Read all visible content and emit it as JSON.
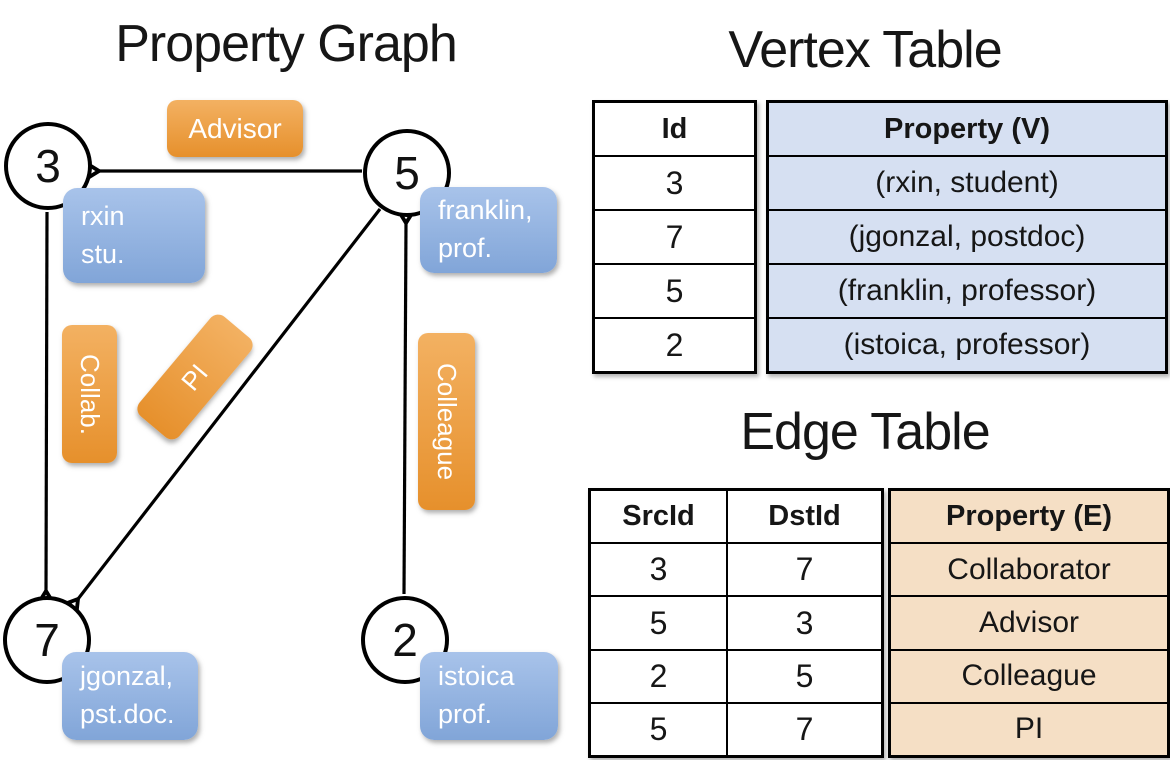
{
  "slide": {
    "graph_title": "Property Graph",
    "vertex_table_title": "Vertex Table",
    "edge_table_title": "Edge Table"
  },
  "graph": {
    "nodes": {
      "n3": {
        "id": "3",
        "line1": "rxin",
        "line2": "stu."
      },
      "n5": {
        "id": "5",
        "line1": "franklin,",
        "line2": "prof."
      },
      "n7": {
        "id": "7",
        "line1": "jgonzal,",
        "line2": "pst.doc."
      },
      "n2": {
        "id": "2",
        "line1": "istoica",
        "line2": "prof."
      }
    },
    "edge_labels": {
      "advisor": "Advisor",
      "collab": "Collab.",
      "pi": "PI",
      "colleague": "Colleague"
    }
  },
  "vertex_table": {
    "columns": {
      "id": "Id",
      "property": "Property (V)"
    },
    "rows": [
      {
        "id": "3",
        "property": "(rxin, student)"
      },
      {
        "id": "7",
        "property": "(jgonzal, postdoc)"
      },
      {
        "id": "5",
        "property": "(franklin, professor)"
      },
      {
        "id": "2",
        "property": "(istoica, professor)"
      }
    ]
  },
  "edge_table": {
    "columns": {
      "src": "SrcId",
      "dst": "DstId",
      "property": "Property (E)"
    },
    "rows": [
      {
        "src": "3",
        "dst": "7",
        "property": "Collaborator"
      },
      {
        "src": "5",
        "dst": "3",
        "property": "Advisor"
      },
      {
        "src": "2",
        "dst": "5",
        "property": "Colleague"
      },
      {
        "src": "5",
        "dst": "7",
        "property": "PI"
      }
    ]
  },
  "colors": {
    "edge_label_orange": "#eda147",
    "vertex_label_blue": "#94b4e1",
    "vertex_property_cell_bg": "#d6e0f2",
    "edge_property_cell_bg": "#f5dfc5",
    "line_black": "#000000"
  }
}
